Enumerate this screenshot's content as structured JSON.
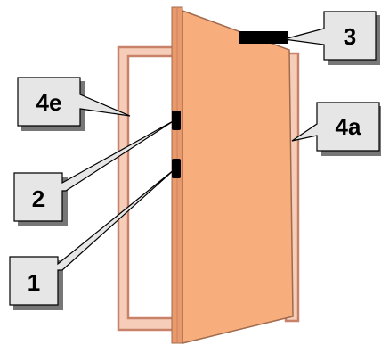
{
  "callouts": [
    {
      "id": "3",
      "text": "3"
    },
    {
      "id": "4e",
      "text": "4e"
    },
    {
      "id": "4a",
      "text": "4a"
    },
    {
      "id": "2",
      "text": "2"
    },
    {
      "id": "1",
      "text": "1"
    }
  ],
  "colors": {
    "frame_fill": "#f5cdb8",
    "frame_stroke": "#c9826a",
    "door_fill": "#f8ae7c",
    "door_edge": "#e9996a",
    "door_outline": "#a06a4d",
    "hardware": "#000000",
    "callout_fill": "#e6e6e6"
  }
}
